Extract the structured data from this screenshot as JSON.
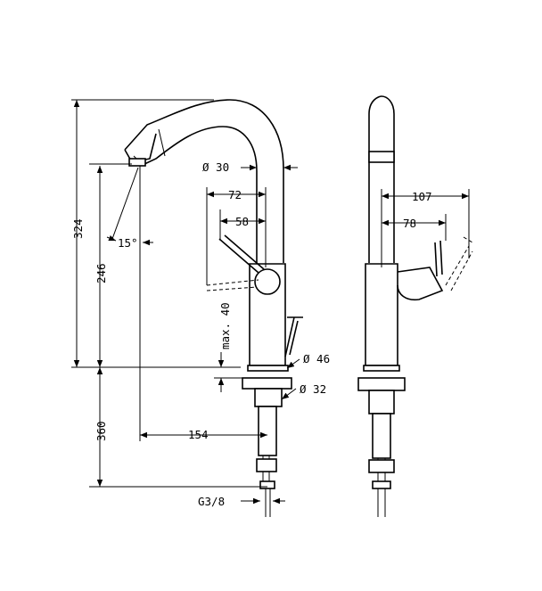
{
  "drawing": {
    "colors": {
      "line": "#000000",
      "background": "#ffffff"
    },
    "dimensions": {
      "total_height": "324",
      "spout_height": "246",
      "angle": "15°",
      "spout_diameter": "Ø 30",
      "lever_reach": "72",
      "lever_offset": "58",
      "max_deck": "max. 40",
      "base_diameter": "Ø 46",
      "hole_diameter": "Ø 32",
      "below_deck": "360",
      "spout_reach": "154",
      "connection": "G3/8",
      "side_lever_reach": "107",
      "side_lever_offset": "78"
    }
  }
}
